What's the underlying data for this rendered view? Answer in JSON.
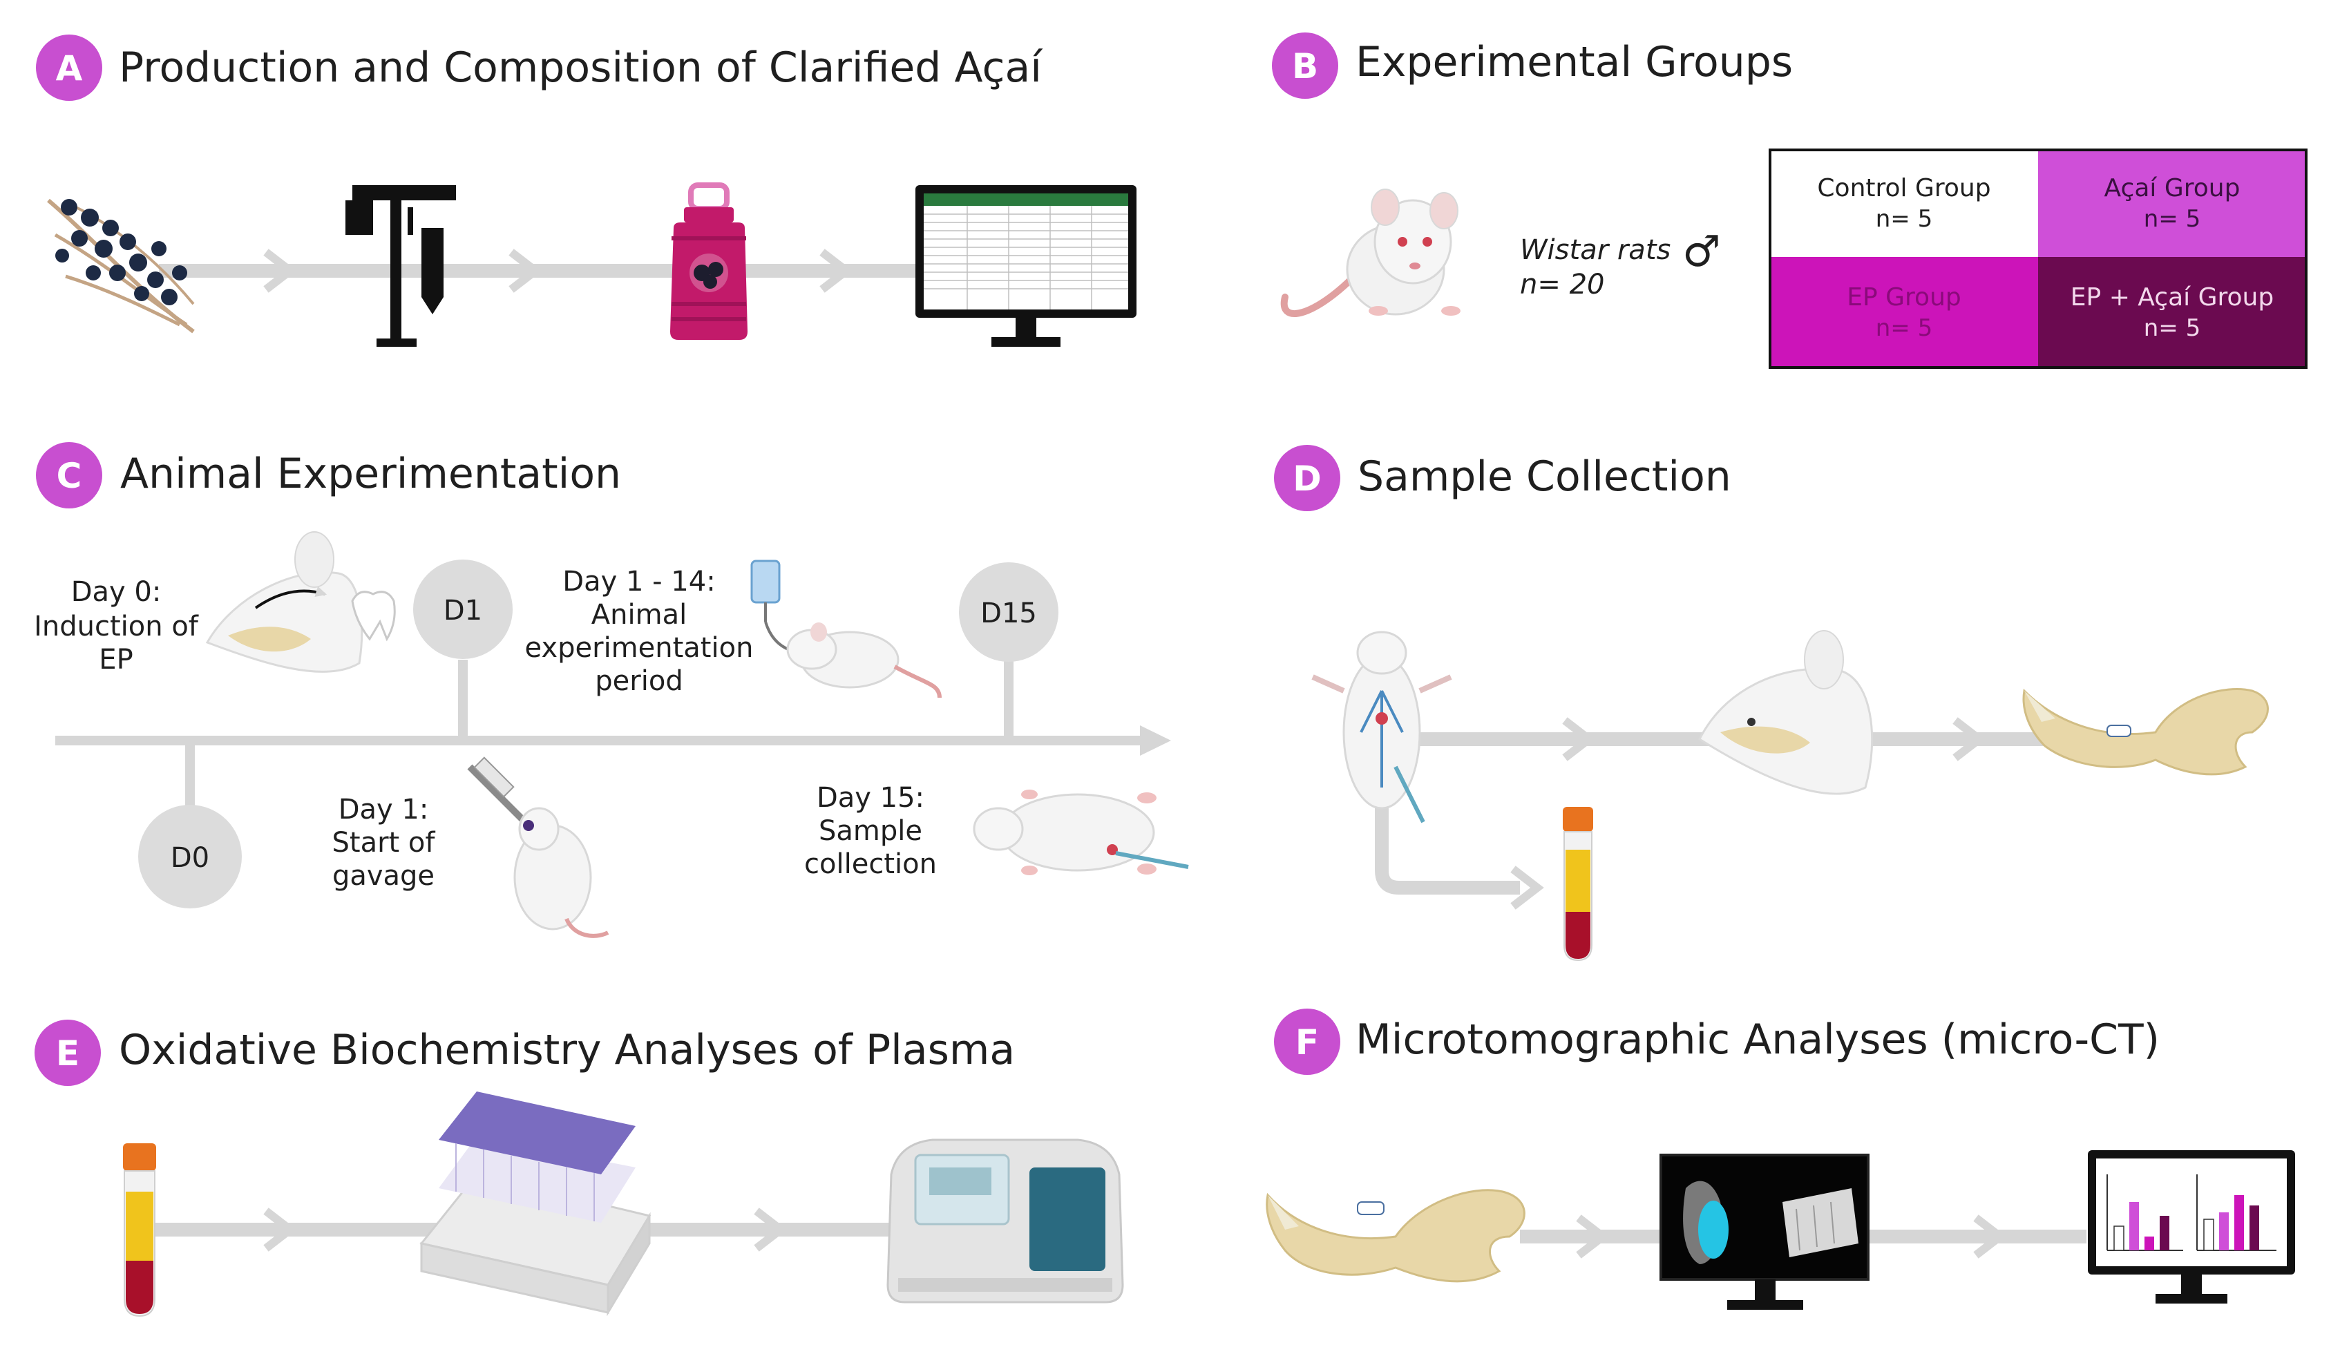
{
  "colors": {
    "badge": "#c84fd0",
    "arrow": "#d6d6d6",
    "control": "#ffffff",
    "acai": "#cf4fd8",
    "ep": "#cc14b9",
    "ep_acai": "#6b0a50",
    "day_circle": "#dcdcdc",
    "bone": "#e8d7a8",
    "liquid": "#c21a6a",
    "vial_cap": "#8a7cc8"
  },
  "panels": {
    "a": {
      "letter": "A",
      "title": "Production and Composition of Clarified Açaí",
      "icons": [
        "acai-berries-icon",
        "press-machine-icon",
        "juice-bottle-icon",
        "spreadsheet-monitor-icon"
      ]
    },
    "b": {
      "letter": "B",
      "title": "Experimental Groups",
      "rats_label": "Wistar rats",
      "rats_n": "n= 20",
      "male_symbol": "♂",
      "groups": [
        {
          "name": "Control Group",
          "n": "n= 5"
        },
        {
          "name": "Açaí Group",
          "n": "n= 5"
        },
        {
          "name": "EP Group",
          "n": "n= 5"
        },
        {
          "name": "EP + Açaí Group",
          "n": "n= 5"
        }
      ]
    },
    "c": {
      "letter": "C",
      "title": "Animal Experimentation",
      "markers": [
        "D1",
        "D15",
        "D0"
      ],
      "events": {
        "day0": [
          "Day 0:",
          "Induction of",
          "EP"
        ],
        "day1_14": [
          "Day 1 - 14:",
          "Animal",
          "experimentation",
          "period"
        ],
        "day1": [
          "Day 1:",
          "Start of",
          "gavage"
        ],
        "day15": [
          "Day 15:",
          "Sample",
          "collection"
        ]
      }
    },
    "d": {
      "letter": "D",
      "title": "Sample Collection",
      "icons": [
        "dissected-rat-icon",
        "rat-head-icon",
        "mandible-icon",
        "blood-tube-icon"
      ]
    },
    "e": {
      "letter": "E",
      "title": "Oxidative Biochemistry Analyses of Plasma",
      "icons": [
        "blood-tube-icon",
        "vial-rack-icon",
        "spectrophotometer-icon"
      ]
    },
    "f": {
      "letter": "F",
      "title": "Microtomographic Analyses (micro-CT)",
      "icons": [
        "mandible-icon",
        "microct-monitor-icon",
        "bar-chart-monitor-icon"
      ]
    }
  }
}
